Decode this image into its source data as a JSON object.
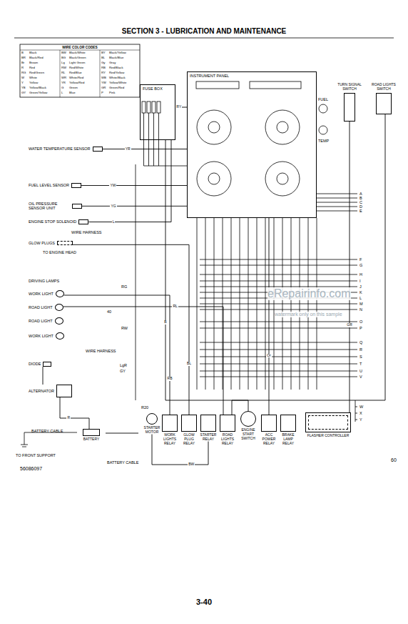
{
  "diagram": {
    "title": "SECTION 3 - LUBRICATION AND MAINTENANCE",
    "nodes": [
      {
        "text": [
          "FUSE BOX"
        ]
      },
      {
        "text": [
          "INSTRUMENT PANEL"
        ]
      },
      {
        "text": [
          "TURN SIGNAL SWITCH"
        ]
      },
      {
        "text": [
          "ROAD LIGHTS SWITCH"
        ]
      },
      {
        "text": [
          "WATER TEMPERATURE SENSOR"
        ]
      },
      {
        "text": [
          "FUEL LEVEL SENSOR"
        ]
      },
      {
        "text": [
          "OIL PRESSURE SENSOR UNIT"
        ]
      },
      {
        "text": [
          "ENGINE STOP SOLENOID"
        ]
      },
      {
        "text": [
          "GLOW PLUGS"
        ]
      },
      {
        "text": [
          "WORK LIGHT"
        ]
      },
      {
        "text": [
          "ROAD LIGHT"
        ]
      },
      {
        "text": [
          "ROAD LIGHT"
        ]
      },
      {
        "text": [
          "WORK LIGHT"
        ]
      },
      {
        "text": [
          "DIODE"
        ]
      },
      {
        "text": [
          "ALTERNATOR"
        ]
      },
      {
        "text": [
          "BATTERY"
        ]
      },
      {
        "text": [
          "STARTER MOTOR"
        ]
      },
      {
        "text": [
          "WORK LIGHTS RELAY"
        ]
      },
      {
        "text": [
          "GLOW PLUG RELAY"
        ]
      },
      {
        "text": [
          "STARTER RELAY"
        ]
      },
      {
        "text": [
          "ROAD LIGHTS RELAY"
        ]
      },
      {
        "text": [
          "ENGINE START SWITCH"
        ]
      },
      {
        "text": [
          "ACC POWER RELAY"
        ]
      },
      {
        "text": [
          "BRAKE LAMP RELAY"
        ]
      },
      {
        "text": [
          "FLASHER CONTROLLER"
        ]
      }
    ],
    "edges": [
      {
        "from": 4,
        "to": 1,
        "arrow": "none",
        "label": "YR"
      },
      {
        "from": 5,
        "to": 1,
        "arrow": "none",
        "label": "YW"
      },
      {
        "from": 6,
        "to": 1,
        "arrow": "none",
        "label": "YG"
      },
      {
        "from": 0,
        "to": 1,
        "arrow": "none",
        "label": "RY"
      },
      {
        "from": 21,
        "to": 0,
        "arrow": "none",
        "label": "B"
      },
      {
        "from": 7,
        "to": 0,
        "arrow": "none",
        "label": "L"
      },
      {
        "from": 14,
        "to": 15,
        "arrow": "none",
        "label": "R"
      },
      {
        "from": 15,
        "to": 16,
        "arrow": "none"
      },
      {
        "from": 19,
        "to": 16,
        "arrow": "none",
        "label": "BW"
      },
      {
        "from": 18,
        "to": 8,
        "arrow": "none",
        "label": "BL"
      },
      {
        "from": 17,
        "to": 9,
        "arrow": "none",
        "label": "RB"
      },
      {
        "from": 20,
        "to": 10,
        "arrow": "none",
        "label": "RL"
      },
      {
        "from": 24,
        "to": 2,
        "arrow": "none",
        "label": "GR"
      },
      {
        "from": 3,
        "to": 20,
        "arrow": "none"
      },
      {
        "from": 13,
        "to": 14,
        "arrow": "none"
      },
      {
        "from": 22,
        "to": 1,
        "arrow": "none",
        "label": "Or"
      }
    ],
    "labels": [
      "WIRE COLOR CODES",
      "B",
      "Black",
      "BW",
      "Black/White",
      "BY",
      "Black/Yellow",
      "BR",
      "Black/Red",
      "BG",
      "Black/Green",
      "BL",
      "Black/Blue",
      "Br",
      "Brown",
      "Lg",
      "Light Green",
      "Gy",
      "Gray",
      "R",
      "Red",
      "RW",
      "Red/White",
      "RB",
      "Red/Black",
      "RG",
      "Red/Green",
      "RL",
      "Red/Blue",
      "RY",
      "Red/Yellow",
      "W",
      "White",
      "WR",
      "White/Red",
      "WB",
      "White/Black",
      "Y",
      "Yellow",
      "YR",
      "Yellow/Red",
      "YW",
      "Yellow/White",
      "YB",
      "Yellow/Black",
      "G",
      "Green",
      "GR",
      "Green/Red",
      "GY",
      "Green/Yellow",
      "L",
      "Blue",
      "P",
      "Pink",
      "A",
      "B",
      "C",
      "D",
      "E",
      "F",
      "G",
      "H",
      "I",
      "J",
      "K",
      "L",
      "M",
      "N",
      "O",
      "P",
      "Q",
      "R",
      "S",
      "T",
      "U",
      "V",
      "W",
      "X",
      "Y",
      "FUEL",
      "TEMP",
      "TO ENGINE HEAD",
      "DRIVING LAMPS",
      "WIRE HARNESS",
      "WIRE HARNESS",
      "40",
      "RG",
      "RW",
      "LgR",
      "GY",
      "R20",
      "BATTERY CABLE",
      "BATTERY CABLE",
      "TO FRONT SUPPORT",
      "56086097",
      "60",
      "3-40",
      "eRepairinfo.com",
      "watermark only on this sample"
    ]
  }
}
